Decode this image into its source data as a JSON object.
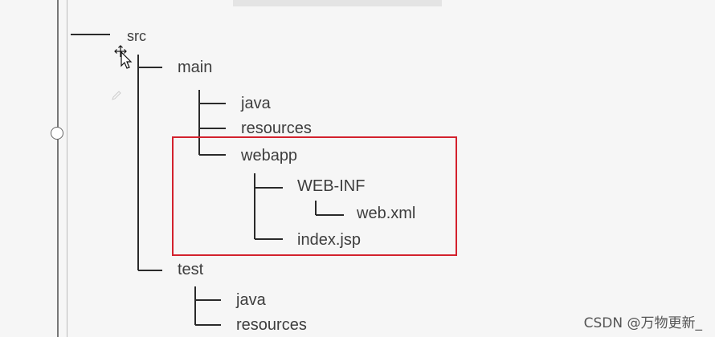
{
  "tree": {
    "src": "src",
    "main": "main",
    "main_java": "java",
    "main_resources": "resources",
    "webapp": "webapp",
    "web_inf": "WEB-INF",
    "web_xml": "web.xml",
    "index_jsp": "index.jsp",
    "test": "test",
    "test_java": "java",
    "test_resources": "resources"
  },
  "highlight_color": "#d3212d",
  "watermark": "CSDN @万物更新_"
}
